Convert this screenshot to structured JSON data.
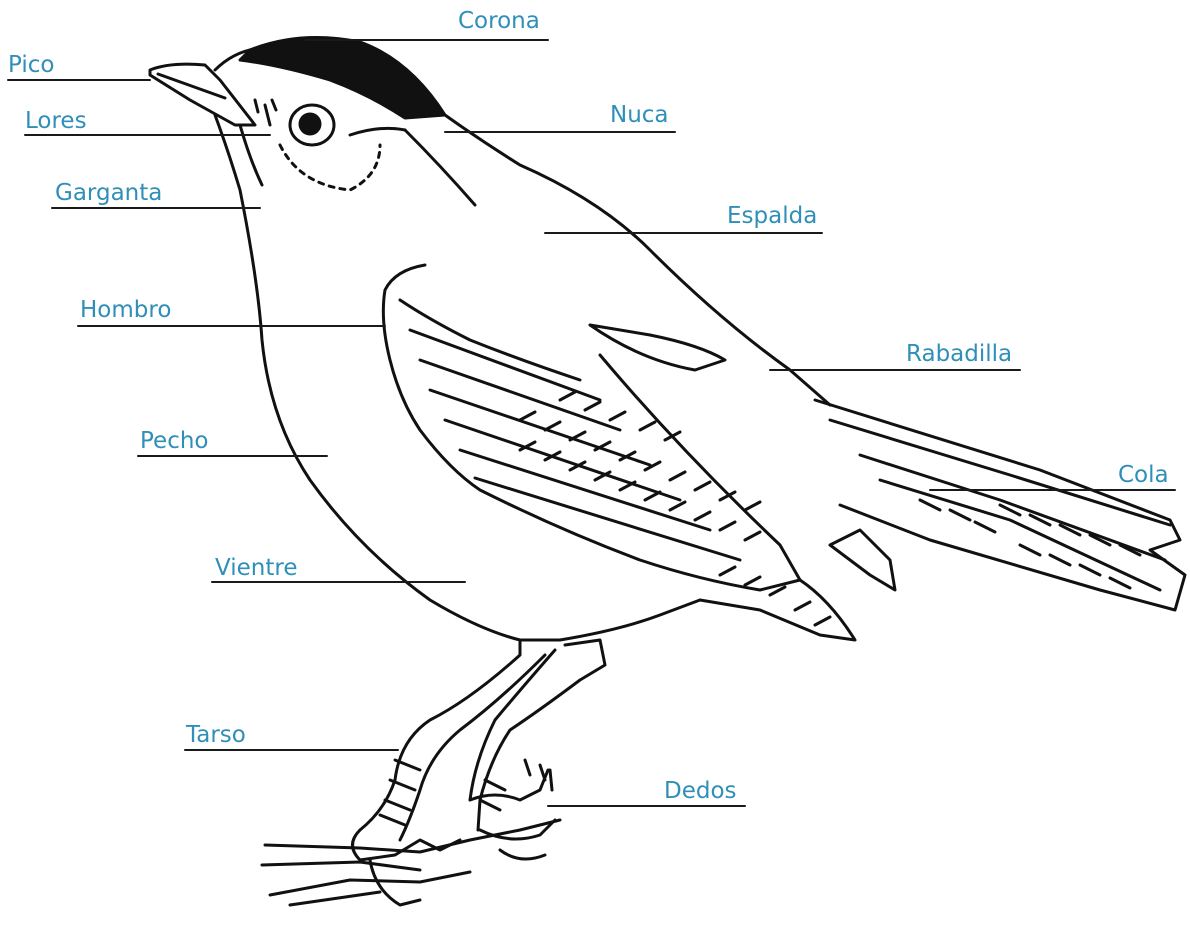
{
  "colors": {
    "label": "#2f8fb8",
    "line": "#1a1a1a",
    "ink": "#111111",
    "background": "#ffffff"
  },
  "labels": {
    "corona": "Corona",
    "pico": "Pico",
    "lores": "Lores",
    "nuca": "Nuca",
    "garganta": "Garganta",
    "espalda": "Espalda",
    "hombro": "Hombro",
    "rabadilla": "Rabadilla",
    "pecho": "Pecho",
    "cola": "Cola",
    "vientre": "Vientre",
    "tarso": "Tarso",
    "dedos": "Dedos"
  }
}
